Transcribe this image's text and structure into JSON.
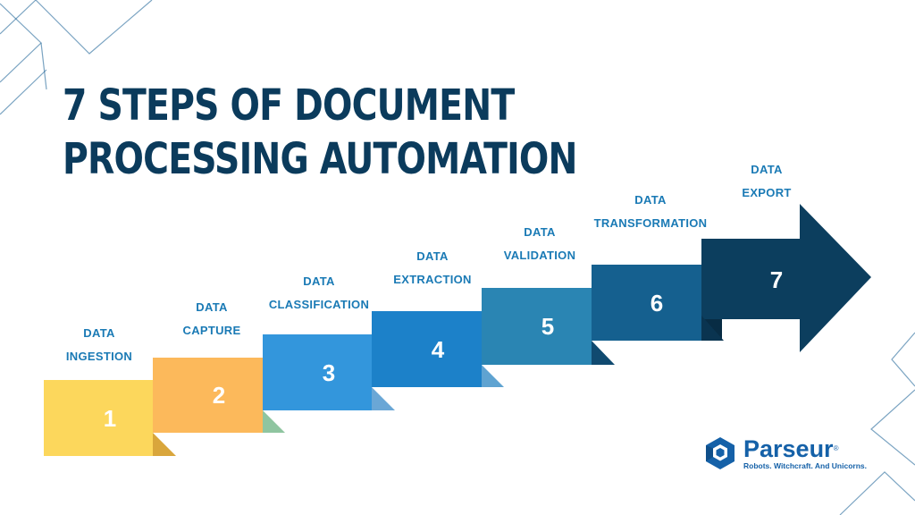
{
  "title": {
    "line1": "7 STEPS OF DOCUMENT",
    "line2": "PROCESSING AUTOMATION"
  },
  "steps": [
    {
      "number": "1",
      "line1": "DATA",
      "line2": "INGESTION",
      "color": "#fcd75c"
    },
    {
      "number": "2",
      "line1": "DATA",
      "line2": "CAPTURE",
      "color": "#fcb95b"
    },
    {
      "number": "3",
      "line1": "DATA",
      "line2": "CLASSIFICATION",
      "color": "#3396dc"
    },
    {
      "number": "4",
      "line1": "DATA",
      "line2": "EXTRACTION",
      "color": "#1c81c9"
    },
    {
      "number": "5",
      "line1": "DATA",
      "line2": "VALIDATION",
      "color": "#2a85b3"
    },
    {
      "number": "6",
      "line1": "DATA",
      "line2": "TRANSFORMATION",
      "color": "#15608f"
    },
    {
      "number": "7",
      "line1": "DATA",
      "line2": "EXPORT",
      "color": "#0c3e5e"
    }
  ],
  "logo": {
    "name": "Parseur",
    "mark": "®",
    "tagline": "Robots. Witchcraft. And Unicorns."
  },
  "colors": {
    "title": "#0b3b5c",
    "label": "#1a7ab5",
    "decor": "#0f5a8f",
    "logo": "#1561a8"
  }
}
